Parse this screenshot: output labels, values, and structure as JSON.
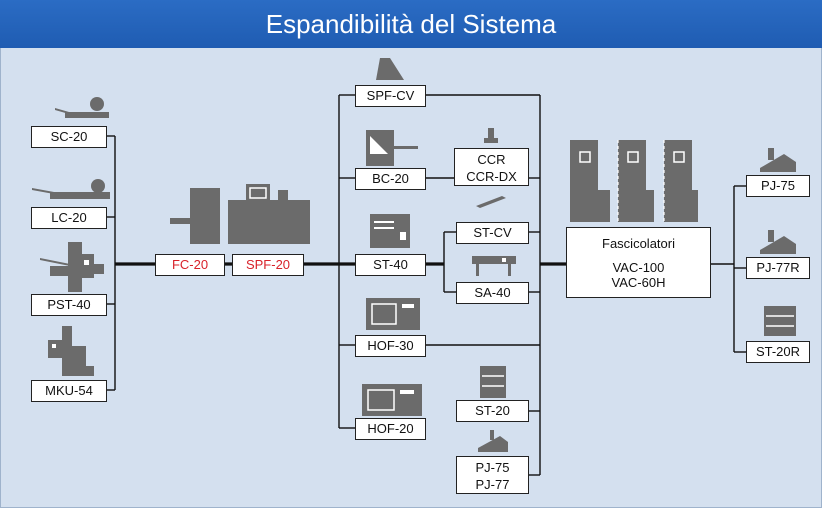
{
  "title": "Espandibilità del Sistema",
  "colors": {
    "header": "#2064b8",
    "background": "#d4e0ef",
    "highlight_text": "#d8222a",
    "icon_gray": "#6b6b6b"
  },
  "left_modules": {
    "sc20": "SC-20",
    "lc20": "LC-20",
    "pst40": "PST-40",
    "mku54": "MKU-54"
  },
  "core": {
    "fc20": "FC-20",
    "spf20": "SPF-20"
  },
  "middle": {
    "spfcv": "SPF-CV",
    "bc20": "BC-20",
    "st40": "ST-40",
    "hof30": "HOF-30",
    "hof20": "HOF-20"
  },
  "right_mid": {
    "ccr_line1": "CCR",
    "ccr_line2": "CCR-DX",
    "stcv": "ST-CV",
    "sa40": "SA-40",
    "st20": "ST-20",
    "pj_line1": "PJ-75",
    "pj_line2": "PJ-77"
  },
  "collator": {
    "line1": "Fascicolatori",
    "line2": "VAC-100",
    "line3": "VAC-60H"
  },
  "right_outputs": {
    "pj75": "PJ-75",
    "pj77r": "PJ-77R",
    "st20r": "ST-20R"
  }
}
